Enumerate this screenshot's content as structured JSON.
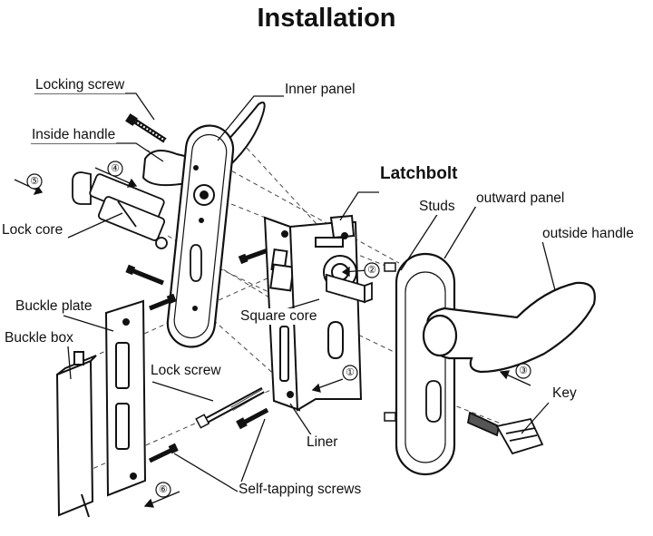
{
  "title": "Installation",
  "labels": {
    "locking_screw": "Locking screw",
    "inside_handle": "Inside  handle",
    "lock_core": "Lock core",
    "buckle_plate": "Buckle plate",
    "buckle_box": "Buckle box",
    "inner_panel": "Inner panel",
    "latchbolt": "Latchbolt",
    "studs": "Studs",
    "outward_panel": "outward panel",
    "outside_handle": "outside handle",
    "square_core": "Square core",
    "lock_screw": "Lock screw",
    "liner": "Liner",
    "key": "Key",
    "self_tapping_screws": "Self-tapping screws"
  },
  "steps": [
    "①",
    "②",
    "③",
    "④",
    "⑤",
    "⑥"
  ]
}
